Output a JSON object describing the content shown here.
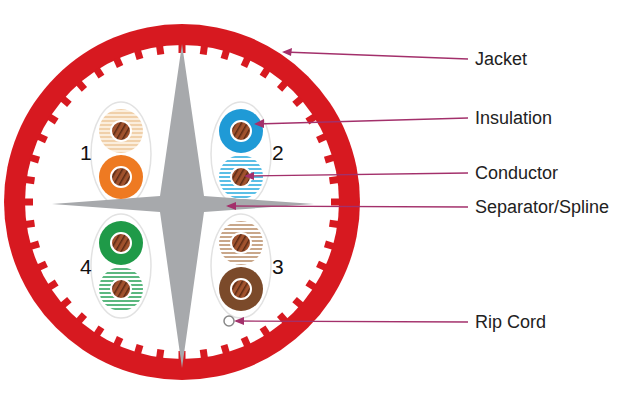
{
  "diagram": {
    "labels": [
      "Jacket",
      "Insulation",
      "Conductor",
      "Separator/Spline",
      "Rip Cord",
      "1",
      "2",
      "3",
      "4"
    ]
  }
}
